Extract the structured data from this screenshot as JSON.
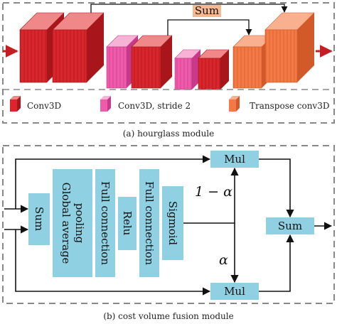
{
  "panel_a": {
    "sum_label": "Sum",
    "legend": [
      {
        "label": "Conv3D",
        "color": "#d8262c"
      },
      {
        "label": "Conv3D, stride 2",
        "color": "#ef5bab"
      },
      {
        "label": "Transpose conv3D",
        "color": "#f47a45"
      }
    ],
    "caption": "(a) hourglass module"
  },
  "panel_b": {
    "nodes": {
      "sum_in": "Sum",
      "gap": "Global average pooling",
      "fc1": "Full connection",
      "relu": "Relu",
      "fc2": "Full connection",
      "sigmoid": "Sigmoid",
      "mul_top": "Mul",
      "mul_bottom": "Mul",
      "sum_out": "Sum"
    },
    "one_minus_alpha": "1 − α",
    "alpha": "α",
    "caption": "(b) cost volume fusion module"
  },
  "colors": {
    "conv3d": "#d8262c",
    "conv3d_stride2": "#ef5bab",
    "transpose_conv3d": "#f47a45",
    "node_fill": "#8fd1e2",
    "sum_tag_fill": "#f6b88f",
    "arrow": "#c41e24"
  }
}
